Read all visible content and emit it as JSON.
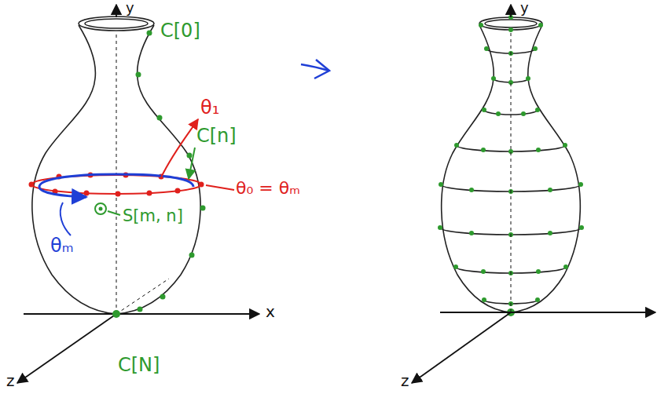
{
  "diagram": {
    "labels": [
      "y",
      "C[0]",
      "θ₁",
      "C[n]",
      "θ₀ = θₘ",
      "S[m, n]",
      "θₘ",
      "x",
      "z",
      "C[N]",
      "y",
      "z"
    ]
  }
}
